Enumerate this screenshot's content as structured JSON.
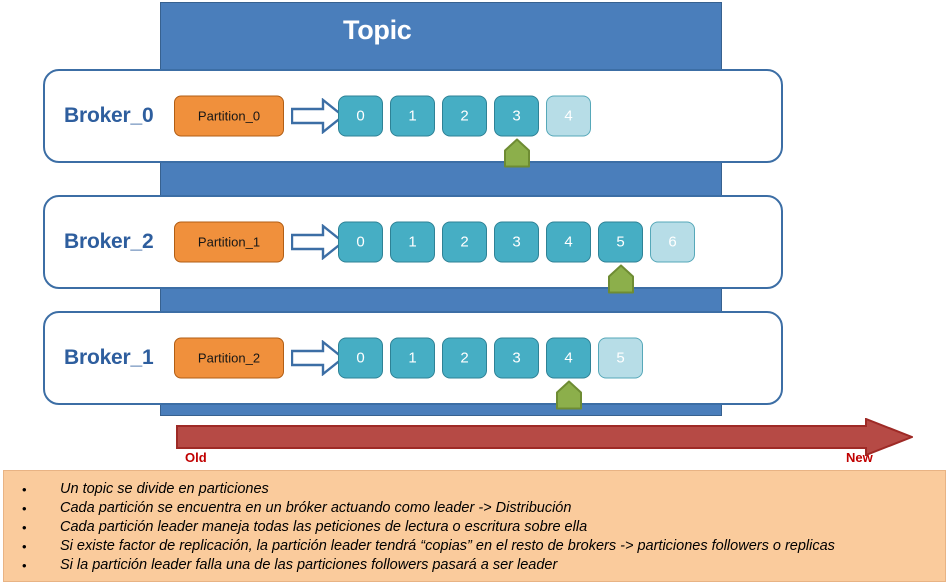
{
  "topic": {
    "title": "Topic",
    "color": "#4A7EBB"
  },
  "colors": {
    "topic_blue": "#4A7EBB",
    "broker_border": "#3C6EA5",
    "broker_label": "#2E5E9E",
    "partition_orange": "#F0903C",
    "partition_border": "#B25E14",
    "segment_teal": "#46AEC4",
    "segment_teal_border": "#2E8296",
    "replica_light_blue": "#B7DDE7",
    "replica_border": "#56A8B9",
    "leader_green": "#8CAF4B",
    "leader_green_border": "#6E8C33",
    "timeline_red": "#B64A45",
    "timeline_red_border": "#9E2A26",
    "label_red": "#C00000",
    "notes_background": "#FACB9C"
  },
  "brokers": [
    {
      "name": "Broker_0",
      "partition": "Partition_0",
      "arrow_icon": "right-block-arrow-icon",
      "segments": [
        {
          "label": "0",
          "kind": "normal",
          "leader": false
        },
        {
          "label": "1",
          "kind": "normal",
          "leader": false
        },
        {
          "label": "2",
          "kind": "normal",
          "leader": false
        },
        {
          "label": "3",
          "kind": "normal",
          "leader": true
        },
        {
          "label": "4",
          "kind": "replica",
          "leader": false
        }
      ]
    },
    {
      "name": "Broker_2",
      "partition": "Partition_1",
      "arrow_icon": "right-block-arrow-icon",
      "segments": [
        {
          "label": "0",
          "kind": "normal",
          "leader": false
        },
        {
          "label": "1",
          "kind": "normal",
          "leader": false
        },
        {
          "label": "2",
          "kind": "normal",
          "leader": false
        },
        {
          "label": "3",
          "kind": "normal",
          "leader": false
        },
        {
          "label": "4",
          "kind": "normal",
          "leader": false
        },
        {
          "label": "5",
          "kind": "normal",
          "leader": true
        },
        {
          "label": "6",
          "kind": "replica",
          "leader": false
        }
      ]
    },
    {
      "name": "Broker_1",
      "partition": "Partition_2",
      "arrow_icon": "right-block-arrow-icon",
      "segments": [
        {
          "label": "0",
          "kind": "normal",
          "leader": false
        },
        {
          "label": "1",
          "kind": "normal",
          "leader": false
        },
        {
          "label": "2",
          "kind": "normal",
          "leader": false
        },
        {
          "label": "3",
          "kind": "normal",
          "leader": false
        },
        {
          "label": "4",
          "kind": "normal",
          "leader": true
        },
        {
          "label": "5",
          "kind": "replica",
          "leader": false
        }
      ]
    }
  ],
  "timeline": {
    "old_label": "Old",
    "new_label": "New",
    "direction": "left-to-right"
  },
  "notes": {
    "bullet": "•",
    "lines": [
      "Un topic se divide en particiones",
      "Cada partición se encuentra en un bróker actuando como leader -> Distribución",
      "Cada partición leader maneja todas las peticiones de lectura o escritura sobre ella",
      "Si existe factor de replicación, la partición leader tendrá “copias” en el resto de brokers -> particiones followers o replicas",
      "Si la partición leader falla una de las particiones followers pasará a ser leader"
    ]
  }
}
